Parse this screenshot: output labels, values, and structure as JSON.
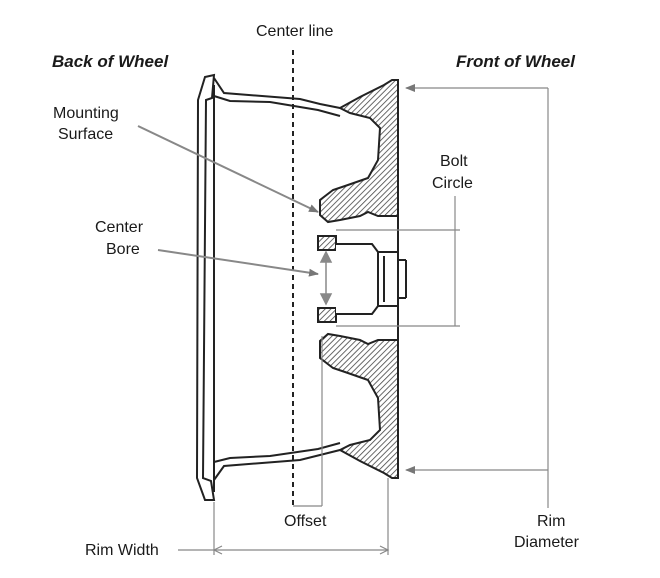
{
  "labels": {
    "center_line": "Center line",
    "back_of_wheel": "Back of Wheel",
    "front_of_wheel": "Front of Wheel",
    "mounting_surface_1": "Mounting",
    "mounting_surface_2": "Surface",
    "bolt_circle_1": "Bolt",
    "bolt_circle_2": "Circle",
    "center_bore_1": "Center",
    "center_bore_2": "Bore",
    "offset": "Offset",
    "rim_1": "Rim",
    "rim_2": "Diameter",
    "rim_width": "Rim Width"
  },
  "colors": {
    "line": "#222222",
    "hatch": "#555555",
    "dim_line": "#777777",
    "background": "#ffffff"
  }
}
